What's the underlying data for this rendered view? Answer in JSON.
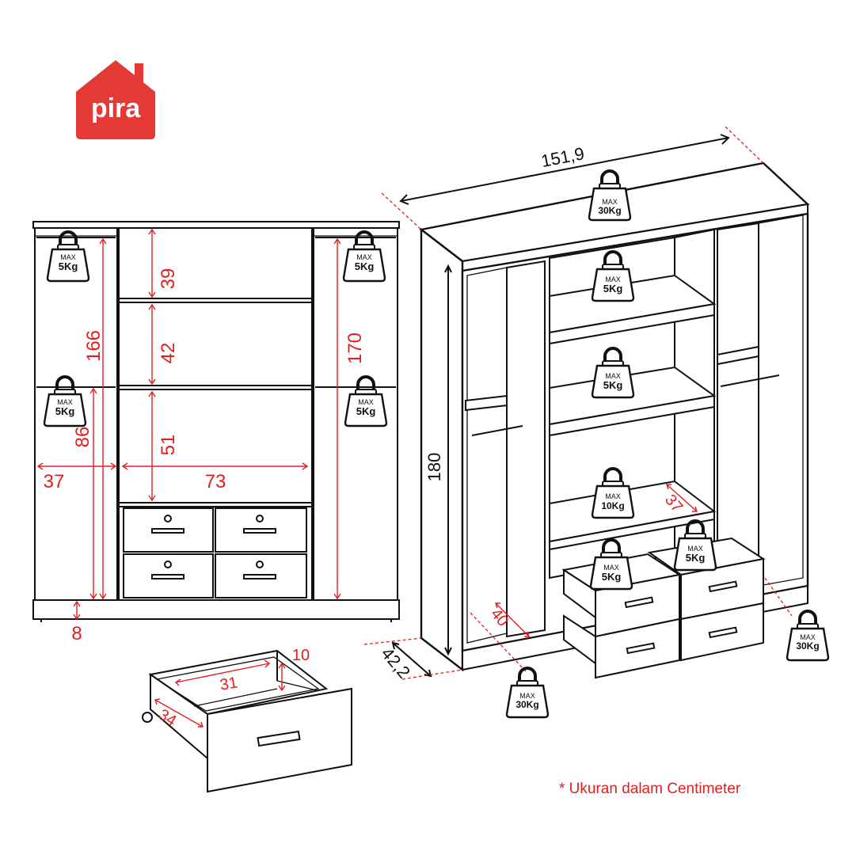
{
  "brand": {
    "name": "pira",
    "color": "#e53935"
  },
  "colors": {
    "dimension": "#e02020",
    "line": "#111111"
  },
  "weight_tag": {
    "top": "MAX"
  },
  "front_view": {
    "dims": {
      "hang_left": "166",
      "hang_right": "170",
      "lower_hang": "86",
      "left_width": "37",
      "center_width": "73",
      "shelf_top": "39",
      "shelf_mid": "42",
      "shelf_low": "51",
      "plinth": "8"
    },
    "weights": {
      "rail": "5Kg"
    }
  },
  "drawer_detail": {
    "width": "31",
    "depth": "34",
    "height": "10"
  },
  "iso_view": {
    "dims": {
      "width": "151,9",
      "height": "180",
      "depth": "42,2",
      "shelf_depth": "37",
      "bottom_depth": "40"
    },
    "weights": {
      "top": "30Kg",
      "shelf": "5Kg",
      "low_shelf": "10Kg",
      "drawer": "5Kg",
      "base": "30Kg"
    }
  },
  "footnote": "* Ukuran dalam Centimeter"
}
